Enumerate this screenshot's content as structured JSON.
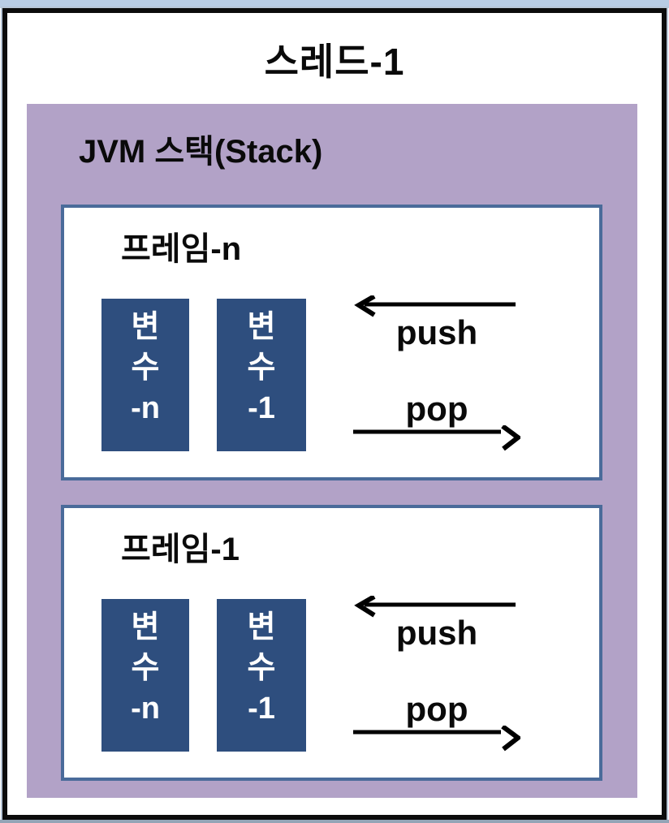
{
  "diagram": {
    "thread": {
      "title": "스레드-1"
    },
    "jvm_stack": {
      "title": "JVM 스택(Stack)",
      "frames": [
        {
          "title": "프레임-n",
          "variables": [
            {
              "label": "변수-n",
              "display": "변\n수\n-n"
            },
            {
              "label": "변수-1",
              "display": "변\n수\n-1"
            }
          ],
          "push_label": "push",
          "pop_label": "pop"
        },
        {
          "title": "프레임-1",
          "variables": [
            {
              "label": "변수-n",
              "display": "변\n수\n-n"
            },
            {
              "label": "변수-1",
              "display": "변\n수\n-1"
            }
          ],
          "push_label": "push",
          "pop_label": "pop"
        }
      ]
    },
    "colors": {
      "stack_bg": "#b2a2c7",
      "variable_box_bg": "#2e4e7e",
      "frame_border": "#4a6b9a",
      "outer_border": "#0c0c0c",
      "top_strip": "#b8cce4",
      "arrow": "#000000"
    }
  }
}
